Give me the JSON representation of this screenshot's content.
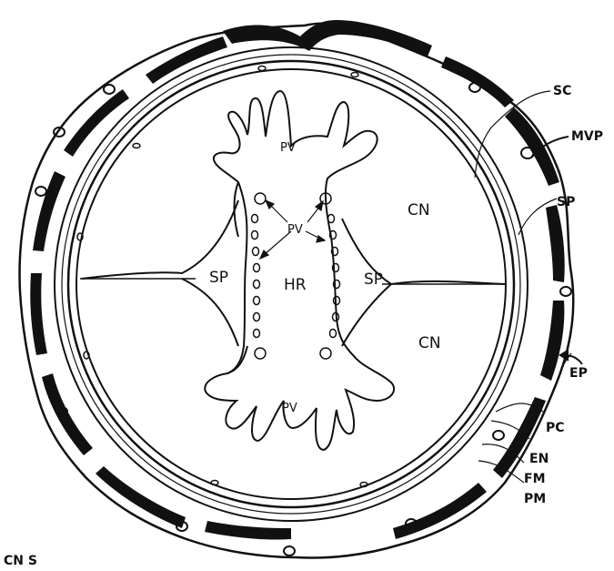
{
  "labels": {
    "sc": "SC",
    "mvp": "MVP",
    "sp_outer": "SP",
    "ep": "EP",
    "pc": "PC",
    "en": "EN",
    "fm": "FM",
    "pm": "PM",
    "cn_upper": "CN",
    "cn_lower": "CN",
    "hr": "HR",
    "sp_left": "SP",
    "sp_right": "SP",
    "pv_top": "PV",
    "pv_center": "PV",
    "pv_bottom": "PV",
    "caption_partial": "CN S"
  }
}
